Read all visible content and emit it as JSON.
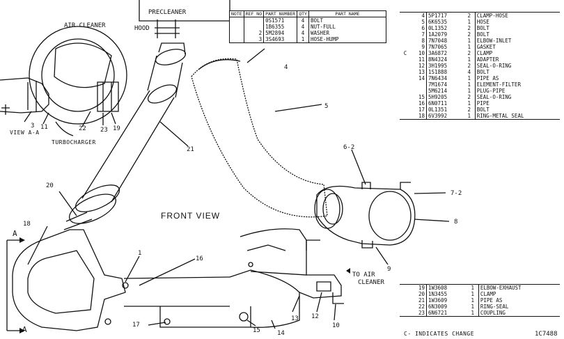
{
  "title": {
    "front_view": "FRONT VIEW",
    "view_aa": "VIEW A-A",
    "section_letter": "A"
  },
  "labels": {
    "precleaner": "PRECLEANER",
    "hood": "HOOD",
    "air_cleaner": "AIR CLEANER",
    "turbocharger": "TURBOCHARGER",
    "to_air_cleaner_1": "TO AIR",
    "to_air_cleaner_2": "CLEANER"
  },
  "callouts": [
    "1",
    "3",
    "4",
    "5",
    "6-2",
    "7-2",
    "8",
    "9",
    "10",
    "11",
    "12",
    "13",
    "14",
    "15",
    "16",
    "17",
    "18",
    "19",
    "20",
    "21",
    "22",
    "23"
  ],
  "top_table": {
    "headers": [
      "NOTE",
      "REF NO",
      "PART NUMBER",
      "QTY",
      "PART NAME"
    ],
    "rows": [
      {
        "note": "",
        "ref": "",
        "part": "0S1571",
        "qty": "4",
        "name": "BOLT"
      },
      {
        "note": "",
        "ref": "",
        "part": "1B6355",
        "qty": "4",
        "name": "NUT-FULL"
      },
      {
        "note": "",
        "ref": "2",
        "part": "5M2894",
        "qty": "4",
        "name": "WASHER"
      },
      {
        "note": "",
        "ref": "3",
        "part": "3S4693",
        "qty": "1",
        "name": "HOSE-HUMP"
      }
    ]
  },
  "right_table": {
    "rows": [
      {
        "c": "",
        "ref": "4",
        "part": "5P1717",
        "qty": "2",
        "name": "CLAMP-HOSE"
      },
      {
        "c": "",
        "ref": "5",
        "part": "6K6535",
        "qty": "1",
        "name": "HOSE"
      },
      {
        "c": "",
        "ref": "6",
        "part": "0L1352",
        "qty": "2",
        "name": "BOLT"
      },
      {
        "c": "",
        "ref": "7",
        "part": "1A2079",
        "qty": "2",
        "name": "BOLT"
      },
      {
        "c": "",
        "ref": "8",
        "part": "7N7048",
        "qty": "1",
        "name": "ELBOW-INLET"
      },
      {
        "c": "",
        "ref": "9",
        "part": "7N7065",
        "qty": "1",
        "name": "GASKET"
      },
      {
        "c": "C",
        "ref": "10",
        "part": "3A6872",
        "qty": "2",
        "name": "CLAMP"
      },
      {
        "c": "",
        "ref": "11",
        "part": "8N4324",
        "qty": "1",
        "name": "ADAPTER"
      },
      {
        "c": "",
        "ref": "12",
        "part": "3H1995",
        "qty": "2",
        "name": "SEAL-O-RING"
      },
      {
        "c": "",
        "ref": "13",
        "part": "1S1888",
        "qty": "4",
        "name": "BOLT"
      },
      {
        "c": "",
        "ref": "14",
        "part": "7N6434",
        "qty": "1",
        "name": "PIPE AS"
      },
      {
        "c": "",
        "ref": "",
        "part": "7M1674",
        "qty": "1",
        "name": "  ELEMENT-FILTER"
      },
      {
        "c": "",
        "ref": "",
        "part": "5M6214",
        "qty": "1",
        "name": "  PLUG-PIPE"
      },
      {
        "c": "",
        "ref": "15",
        "part": "5H9205",
        "qty": "2",
        "name": "SEAL-O-RING"
      },
      {
        "c": "",
        "ref": "16",
        "part": "6N0711",
        "qty": "1",
        "name": "PIPE"
      },
      {
        "c": "",
        "ref": "17",
        "part": "0L1351",
        "qty": "2",
        "name": "BOLT"
      },
      {
        "c": "",
        "ref": "18",
        "part": "6V3992",
        "qty": "1",
        "name": "RING-METAL SEAL"
      }
    ]
  },
  "bottom_table": {
    "rows": [
      {
        "c": "",
        "ref": "19",
        "part": "1W3608",
        "qty": "1",
        "name": "ELBOW-EXHAUST"
      },
      {
        "c": "",
        "ref": "20",
        "part": "1N3455",
        "qty": "1",
        "name": "CLAMP"
      },
      {
        "c": "",
        "ref": "21",
        "part": "1W3609",
        "qty": "1",
        "name": "PIPE AS"
      },
      {
        "c": "",
        "ref": "22",
        "part": "6N3009",
        "qty": "1",
        "name": "RING-SEAL"
      },
      {
        "c": "",
        "ref": "23",
        "part": "6N6721",
        "qty": "1",
        "name": "COUPLING"
      }
    ]
  },
  "footer": {
    "note": "C- INDICATES CHANGE",
    "drawing_no": "1C7488"
  }
}
